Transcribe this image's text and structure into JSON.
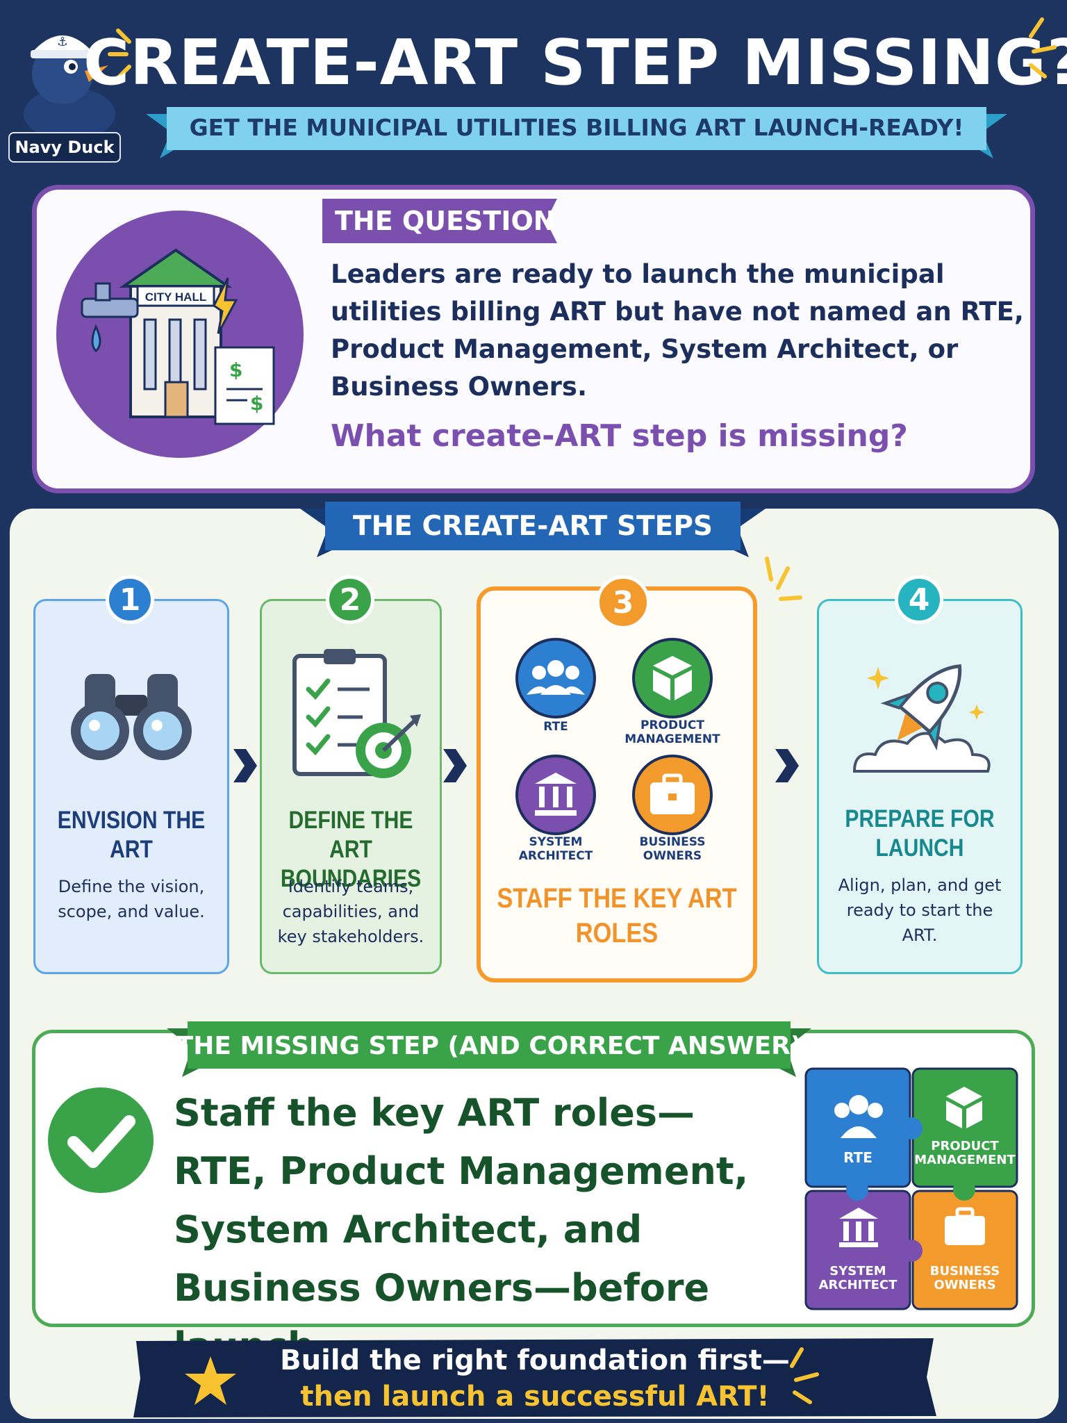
{
  "brand": {
    "label": "Navy Duck"
  },
  "header": {
    "title": "CREATE-ART STEP MISSING?",
    "subtitle": "GET THE MUNICIPAL UTILITIES BILLING ART LAUNCH-READY!"
  },
  "question": {
    "tag": "THE QUESTION",
    "illustration_sign": "CITY HALL",
    "body": "Leaders are ready to launch the municipal utilities billing ART but have not named an RTE, Product Management, System Architect, or Business Owners.",
    "ask": "What create-ART step is missing?"
  },
  "steps_section": {
    "banner": "THE CREATE-ART STEPS",
    "steps": [
      {
        "number": "1",
        "title": "ENVISION THE ART",
        "description": "Define the vision, scope, and value.",
        "icon": "binoculars-icon"
      },
      {
        "number": "2",
        "title": "DEFINE THE ART BOUNDARIES",
        "description": "Identify teams, capabilities, and key stakeholders.",
        "icon": "checklist-target-icon"
      },
      {
        "number": "3",
        "title": "STAFF THE KEY ART ROLES",
        "description": "",
        "icon": "roles-grid"
      },
      {
        "number": "4",
        "title": "PREPARE FOR LAUNCH",
        "description": "Align, plan, and get ready to start the ART.",
        "icon": "rocket-icon"
      }
    ],
    "roles": [
      {
        "label": "RTE",
        "icon": "people-icon",
        "color": "#2d7fd2"
      },
      {
        "label": "PRODUCT MANAGEMENT",
        "icon": "box-icon",
        "color": "#3aa34a"
      },
      {
        "label": "SYSTEM ARCHITECT",
        "icon": "building-icon",
        "color": "#7a4fae"
      },
      {
        "label": "BUSINESS OWNERS",
        "icon": "briefcase-icon",
        "color": "#f39a2d"
      }
    ]
  },
  "answer": {
    "banner": "THE MISSING STEP (AND CORRECT ANSWER)",
    "text_line1": "Staff the key ART roles—",
    "text_line2": "RTE, Product Management,",
    "text_line3": "System Architect, and",
    "text_line4": "Business Owners—before launch.",
    "puzzle": [
      {
        "label": "RTE",
        "color": "#2d7fd2"
      },
      {
        "label": "PRODUCT MANAGEMENT",
        "color": "#3aa34a"
      },
      {
        "label": "SYSTEM ARCHITECT",
        "color": "#7a4fae"
      },
      {
        "label": "BUSINESS OWNERS",
        "color": "#f39a2d"
      }
    ]
  },
  "footer": {
    "line1": "Build the right foundation first—",
    "line2": "then launch a successful ART!"
  },
  "colors": {
    "navy": "#1d3461",
    "purple": "#7a4fae",
    "blue": "#2d7fd2",
    "green": "#3aa34a",
    "orange": "#f39a2d",
    "teal": "#25b4c0",
    "gold": "#f7c331"
  }
}
